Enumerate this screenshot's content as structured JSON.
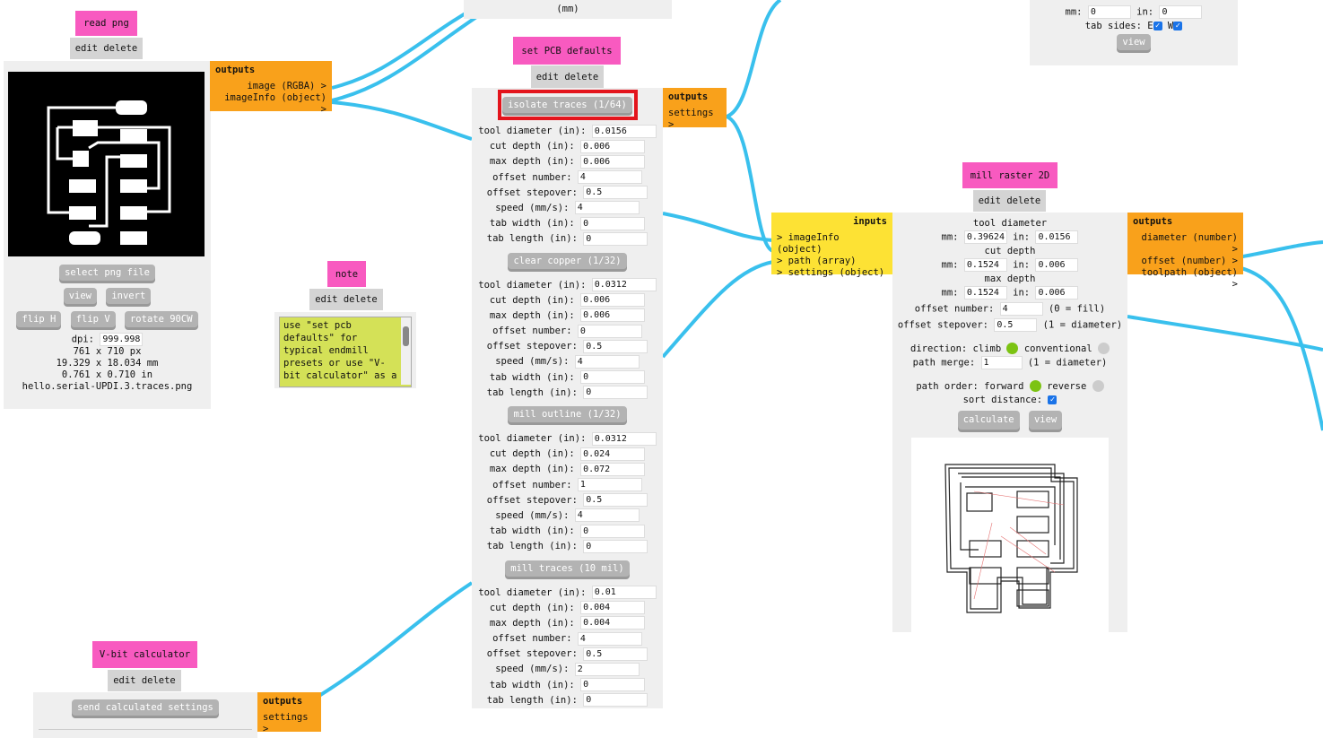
{
  "read_png": {
    "title": "read png",
    "edit_delete": "edit delete",
    "select": "select png file",
    "view": "view",
    "invert": "invert",
    "flip_h": "flip H",
    "flip_v": "flip V",
    "rotate": "rotate 90CW",
    "dpi_label": "dpi:",
    "dpi": "999.998",
    "px": "761 x 710 px",
    "mm": "19.329 x 18.034 mm",
    "in": "0.761 x 0.710 in",
    "filename": "hello.serial-UPDI.3.traces.png",
    "outputs": "outputs",
    "out1": "image (RGBA) >",
    "out2": "imageInfo (object) >"
  },
  "note": {
    "title": "note",
    "edit_delete": "edit delete",
    "text": "use \"set pcb defaults\" for typical endmill presets or use \"V-bit calculator\" as a"
  },
  "top_mid": {
    "text": "(mm)"
  },
  "pcb": {
    "title": "set PCB defaults",
    "edit_delete": "edit delete",
    "outputs": "outputs",
    "out1": "settings >",
    "labels": [
      "tool diameter (in):",
      "cut depth (in):",
      "max depth (in):",
      "offset number:",
      "offset stepover:",
      "speed (mm/s):",
      "tab width (in):",
      "tab length (in):"
    ],
    "groups": [
      {
        "button": "isolate traces (1/64)",
        "values": [
          "0.0156",
          "0.006",
          "0.006",
          "4",
          "0.5",
          "4",
          "0",
          "0"
        ]
      },
      {
        "button": "clear copper (1/32)",
        "values": [
          "0.0312",
          "0.006",
          "0.006",
          "0",
          "0.5",
          "4",
          "0",
          "0"
        ]
      },
      {
        "button": "mill outline (1/32)",
        "values": [
          "0.0312",
          "0.024",
          "0.072",
          "1",
          "0.5",
          "4",
          "0",
          "0"
        ]
      },
      {
        "button": "mill traces (10 mil)",
        "values": [
          "0.01",
          "0.004",
          "0.004",
          "4",
          "0.5",
          "2",
          "0",
          "0"
        ]
      }
    ]
  },
  "inputs": {
    "title": "inputs",
    "in1": "> imageInfo (object)",
    "in2": "> path (array)",
    "in3": "> settings (object)"
  },
  "mill": {
    "title": "mill raster 2D",
    "edit_delete": "edit delete",
    "tool_diameter": "tool diameter",
    "mm": "mm:",
    "in": "in:",
    "td_mm": "0.39624",
    "td_in": "0.0156",
    "cut_depth": "cut depth",
    "cd_mm": "0.1524",
    "cd_in": "0.006",
    "max_depth": "max depth",
    "md_mm": "0.1524",
    "md_in": "0.006",
    "offset_number": "offset number:",
    "on": "4",
    "on_hint": "(0 = fill)",
    "offset_stepover": "offset stepover:",
    "os": "0.5",
    "os_hint": "(1 = diameter)",
    "direction": "direction: climb",
    "conventional": "conventional",
    "path_merge": "path merge:",
    "pm": "1",
    "pm_hint": "(1 = diameter)",
    "path_order": "path order: forward",
    "reverse": "reverse",
    "sort_distance": "sort distance:",
    "calculate": "calculate",
    "view": "view",
    "outputs": "outputs",
    "out1": "diameter (number) >",
    "out2": "offset (number) >",
    "out3": "toolpath (object) >"
  },
  "top_right": {
    "mm": "mm:",
    "mm_val": "0",
    "in": "in:",
    "in_val": "0",
    "tab_sides": "tab sides: E",
    "w": "W",
    "view": "view"
  },
  "vbit": {
    "title": "V-bit calculator",
    "edit_delete": "edit delete",
    "send": "send calculated settings",
    "outputs": "outputs",
    "out1": "settings >"
  },
  "colors": {
    "title": "#f85ac0",
    "outputs": "#f9a11b",
    "inputs": "#fde234",
    "wire": "#39c0ed",
    "active": "#7cc313"
  }
}
